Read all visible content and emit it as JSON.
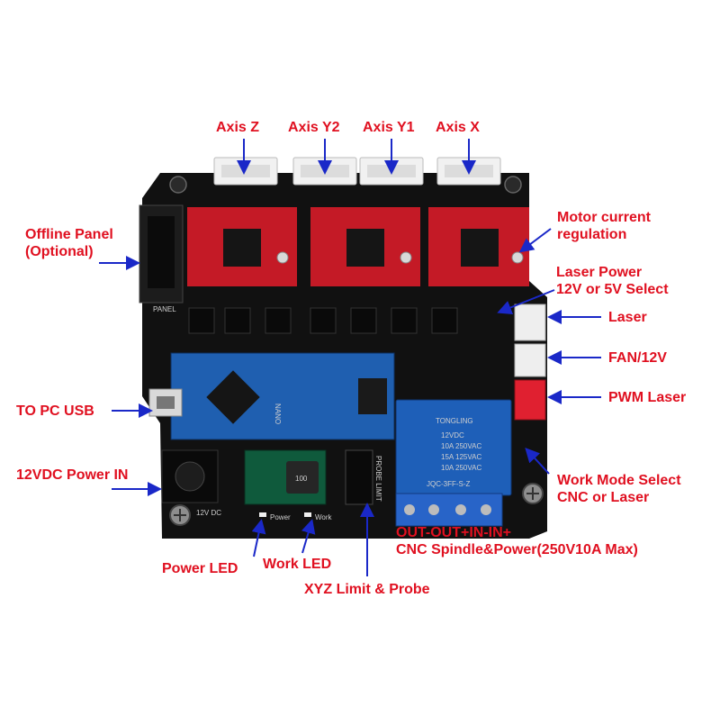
{
  "labels": {
    "axis_z": "Axis Z",
    "axis_y2": "Axis Y2",
    "axis_y1": "Axis Y1",
    "axis_x": "Axis X",
    "offline_panel_1": "Offline Panel",
    "offline_panel_2": "(Optional)",
    "motor_current_1": "Motor current",
    "motor_current_2": "regulation",
    "laser_power_1": "Laser Power",
    "laser_power_2": "12V or 5V Select",
    "laser": "Laser",
    "fan": "FAN/12V",
    "pwm_laser": "PWM Laser",
    "to_pc_usb": "TO PC USB",
    "power_in": "12VDC Power IN",
    "work_mode_1": "Work Mode Select",
    "work_mode_2": "CNC or Laser",
    "out_in": "OUT-OUT+IN-IN+",
    "spindle": "CNC Spindle&Power(250V10A Max)",
    "power_led": "Power LED",
    "work_led": "Work LED",
    "limit_probe": "XYZ Limit & Probe"
  },
  "board": {
    "relay_brand": "TONGLING",
    "relay_lines": [
      "12VDC",
      "10A 250VAC",
      "15A 125VAC",
      "10A 250VAC"
    ],
    "relay_model": "JQC-3FF-S-Z",
    "nano_label": "NANO",
    "power_label": "12V DC",
    "led_power": "Power",
    "led_work": "Work",
    "panel_label": "PANEL",
    "probe_label": "PROBE LIMIT",
    "inductor_label": "100"
  },
  "colors": {
    "label_red": "#e01020",
    "label_blue": "#1a28c8",
    "board": "#111111",
    "driver_red": "#c41a26",
    "nano_blue": "#1f5fb0",
    "relay_blue": "#1e5fb8",
    "terminal_blue": "#2864c8"
  }
}
